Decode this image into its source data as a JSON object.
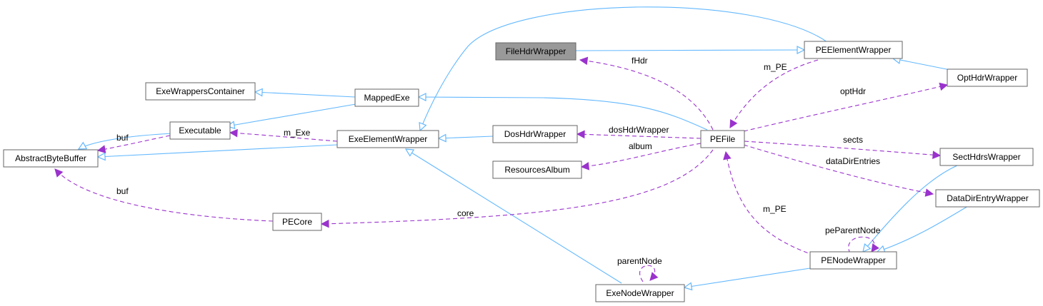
{
  "colors": {
    "inheritance": "#63b8ff",
    "usage": "#9a32cd",
    "node_fill": "#ffffff",
    "node_border": "#666666",
    "highlight_fill": "#999999"
  },
  "nodes": {
    "FileHdrWrapper": "FileHdrWrapper",
    "PEElementWrapper": "PEElementWrapper",
    "OptHdrWrapper": "OptHdrWrapper",
    "ExeWrappersContainer": "ExeWrappersContainer",
    "MappedExe": "MappedExe",
    "Executable": "Executable",
    "AbstractByteBuffer": "AbstractByteBuffer",
    "ExeElementWrapper": "ExeElementWrapper",
    "DosHdrWrapper": "DosHdrWrapper",
    "PEFile": "PEFile",
    "ResourcesAlbum": "ResourcesAlbum",
    "SectHdrsWrapper": "SectHdrsWrapper",
    "DataDirEntryWrapper": "DataDirEntryWrapper",
    "PECore": "PECore",
    "PENodeWrapper": "PENodeWrapper",
    "ExeNodeWrapper": "ExeNodeWrapper"
  },
  "edge_labels": {
    "fHdr": "fHdr",
    "m_PE_top": "m_PE",
    "optHdr": "optHdr",
    "buf_exec": "buf",
    "m_Exe": "m_Exe",
    "dosHdrWrapper": "dosHdrWrapper",
    "album": "album",
    "sects": "sects",
    "dataDirEntries": "dataDirEntries",
    "buf_core": "buf",
    "core": "core",
    "m_PE_bottom": "m_PE",
    "peParentNode": "peParentNode",
    "parentNode": "parentNode"
  }
}
